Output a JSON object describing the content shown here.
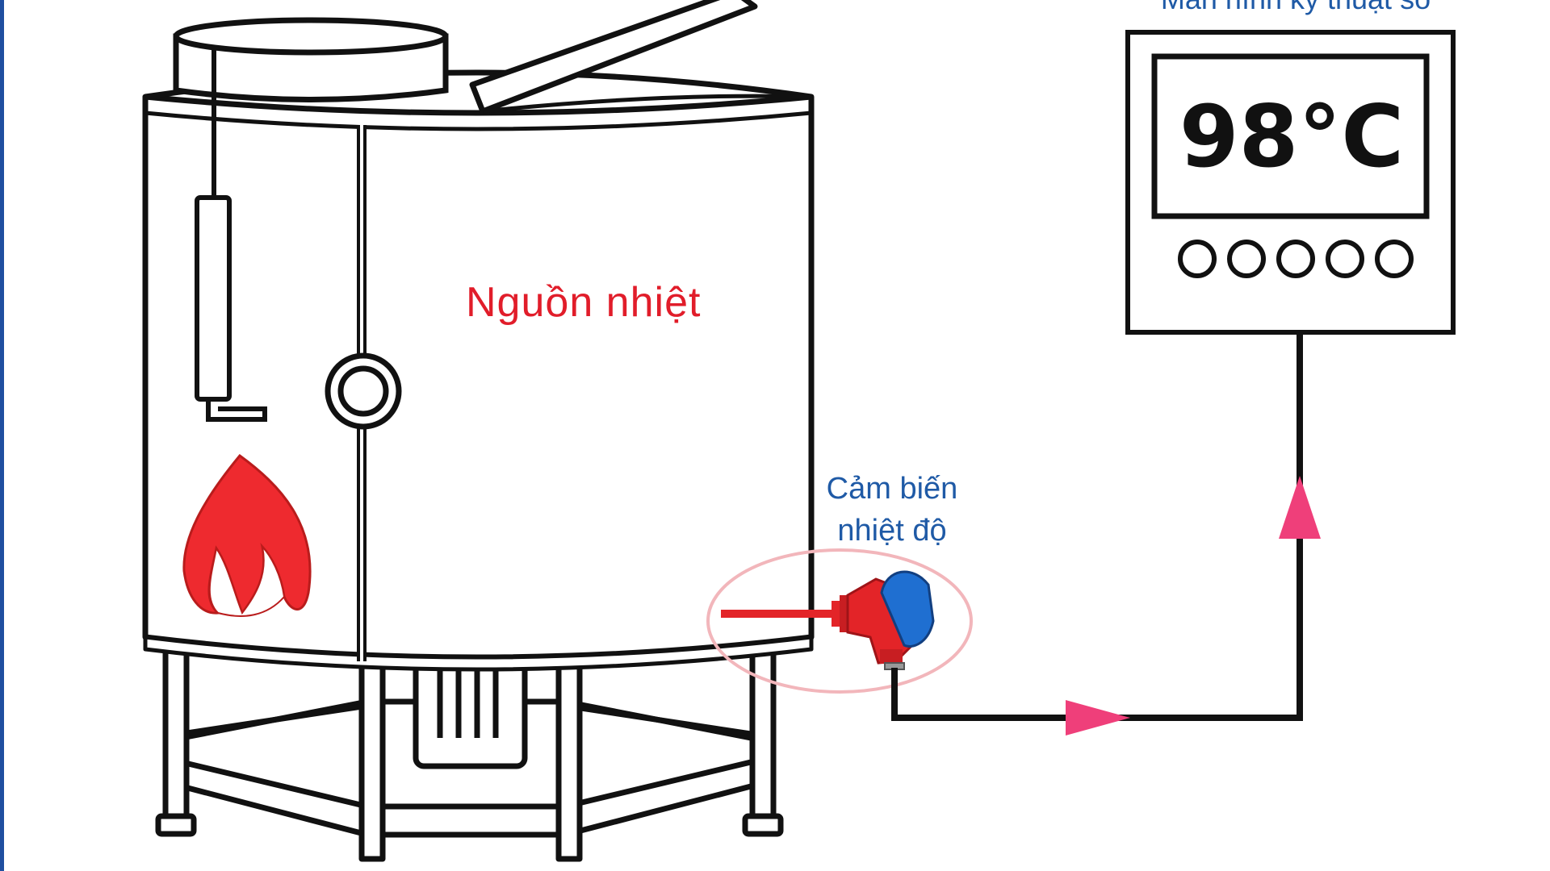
{
  "labels": {
    "heat_source": "Nguồn nhiệt",
    "sensor_line1": "Cảm biến",
    "sensor_line2": "nhiệt độ",
    "monitor_title": "Màn hình kỹ thuật số",
    "monitor_reading": "98°C"
  },
  "icons": {
    "flame": "flame-icon",
    "sensor": "thermocouple-sensor-icon",
    "arrow": "flow-arrow-icon"
  },
  "colors": {
    "frame": "#1f4fa0",
    "outline": "#111111",
    "heat_text": "#e11d2a",
    "flame": "#ee2a2f",
    "sensor_body": "#e32428",
    "sensor_head": "#1f6fd1",
    "sensor_ring": "#f2b6bb",
    "arrow": "#ef3f7a",
    "blue_text": "#1f5aa6"
  }
}
